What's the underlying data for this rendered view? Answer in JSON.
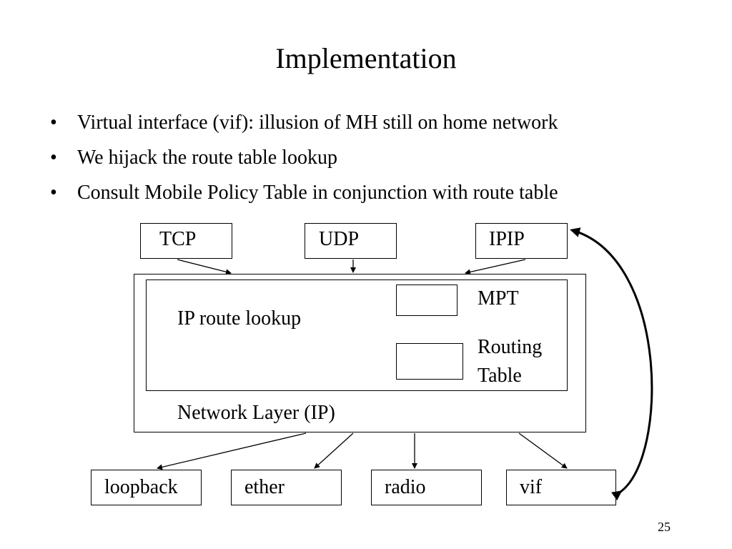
{
  "slide": {
    "title": "Implementation",
    "bullets": [
      "Virtual interface (vif): illusion of MH still on home network",
      "We hijack the route table lookup",
      "Consult Mobile Policy Table in conjunction with route table"
    ],
    "bullet_symbol": "•",
    "page_number": "25"
  },
  "diagram": {
    "protocols": {
      "tcp": "TCP",
      "udp": "UDP",
      "ipip": "IPIP"
    },
    "network_layer": {
      "label": "Network Layer (IP)",
      "route_lookup_label": "IP route lookup",
      "mpt_label": "MPT",
      "routing_table_label_line1": "Routing",
      "routing_table_label_line2": "Table"
    },
    "interfaces": {
      "loopback": "loopback",
      "ether": "ether",
      "radio": "radio",
      "vif": "vif"
    }
  }
}
